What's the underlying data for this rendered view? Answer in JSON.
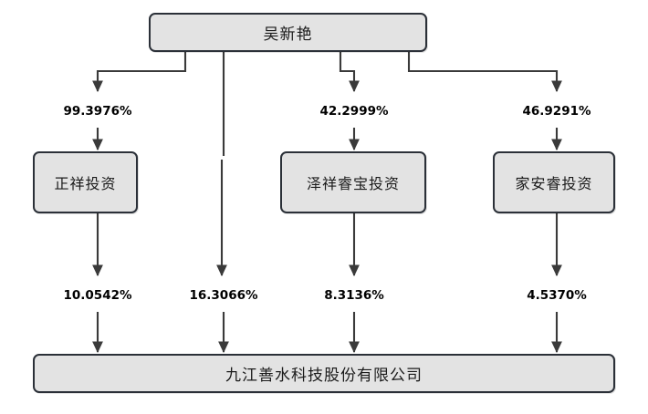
{
  "diagram": {
    "type": "ownership-structure-chart",
    "root": {
      "name": "吴新艳"
    },
    "intermediates": [
      {
        "name": "正祥投资",
        "from_root_pct": "99.3976%",
        "to_company_pct": "10.0542%"
      },
      {
        "name": "泽祥睿宝投资",
        "from_root_pct": "42.2999%",
        "to_company_pct": "8.3136%"
      },
      {
        "name": "家安睿投资",
        "from_root_pct": "46.9291%",
        "to_company_pct": "4.5370%"
      }
    ],
    "direct_holding": {
      "pct": "16.3066%"
    },
    "company": {
      "name": "九江善水科技股份有限公司"
    },
    "colors": {
      "node_fill": "#e3e3e3",
      "node_border": "#2b3038",
      "edge": "#3a3a3a",
      "text": "#1b1b1b",
      "background": "#ffffff"
    }
  }
}
